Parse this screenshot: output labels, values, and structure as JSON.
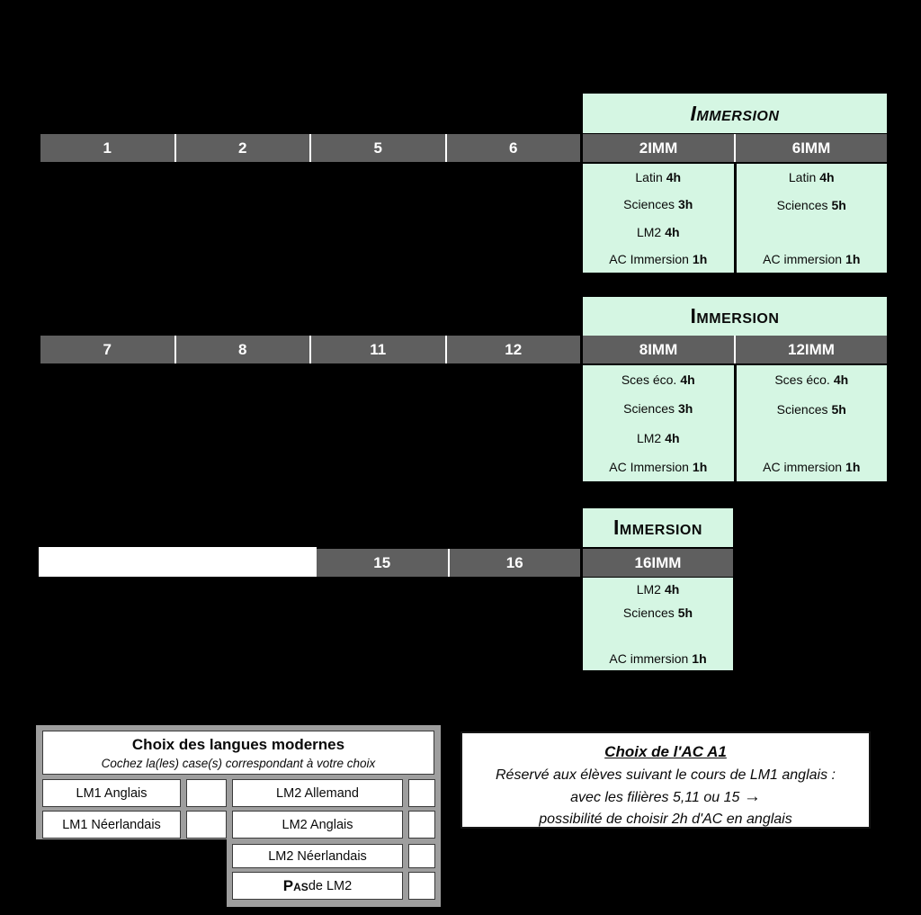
{
  "colors": {
    "mint": "#d5f6e3",
    "cell_gray": "#5f5f5f",
    "box_gray": "#9e9e9e",
    "background": "#000000"
  },
  "tables": {
    "t1": {
      "title": "Immersion",
      "filieres": [
        "1",
        "2",
        "5",
        "6"
      ],
      "imm_cols": [
        "2IMM",
        "6IMM"
      ],
      "left": {
        "l1n": "Latin",
        "l1h": "4h",
        "l2n": "Sciences",
        "l2h": "3h",
        "l3n": "LM2",
        "l3h": "4h",
        "l4n": "AC Immersion",
        "l4h": "1h"
      },
      "right": {
        "l1n": "Latin",
        "l1h": "4h",
        "l2n": "Sciences",
        "l2h": "5h",
        "l4n": "AC immersion",
        "l4h": "1h"
      }
    },
    "t2": {
      "title": "Immersion",
      "filieres": [
        "7",
        "8",
        "11",
        "12"
      ],
      "imm_cols": [
        "8IMM",
        "12IMM"
      ],
      "left": {
        "l1n": "Sces éco.",
        "l1h": "4h",
        "l2n": "Sciences",
        "l2h": "3h",
        "l3n": "LM2",
        "l3h": "4h",
        "l4n": "AC Immersion",
        "l4h": "1h"
      },
      "right": {
        "l1n": "Sces éco.",
        "l1h": "4h",
        "l2n": "Sciences",
        "l2h": "5h",
        "l4n": "AC immersion",
        "l4h": "1h"
      }
    },
    "t3": {
      "title": "Immersion",
      "filieres": [
        "15",
        "16"
      ],
      "imm_cols": [
        "16IMM"
      ],
      "cell": {
        "l1n": "LM2",
        "l1h": "4h",
        "l2n": "Sciences",
        "l2h": "5h",
        "l4n": "AC immersion",
        "l4h": "1h"
      }
    }
  },
  "langues": {
    "title": "Choix des langues modernes",
    "subtitle": "Cochez la(les) case(s) correspondant à votre choix",
    "lm1_anglais": "LM1 Anglais",
    "lm1_neerlandais": "LM1 Néerlandais",
    "lm2_allemand": "LM2 Allemand",
    "lm2_anglais": "LM2 Anglais",
    "lm2_neerlandais": "LM2 Néerlandais",
    "pas_prefix": "Pas",
    "pas_suffix": " de LM2"
  },
  "ac": {
    "title": "Choix de l'AC A1",
    "line1": "Réservé aux élèves suivant le cours de LM1 anglais :",
    "line2": "avec les filières 5,11 ou 15 ",
    "arrow": "→",
    "line3": "possibilité de choisir 2h d'AC en anglais"
  }
}
